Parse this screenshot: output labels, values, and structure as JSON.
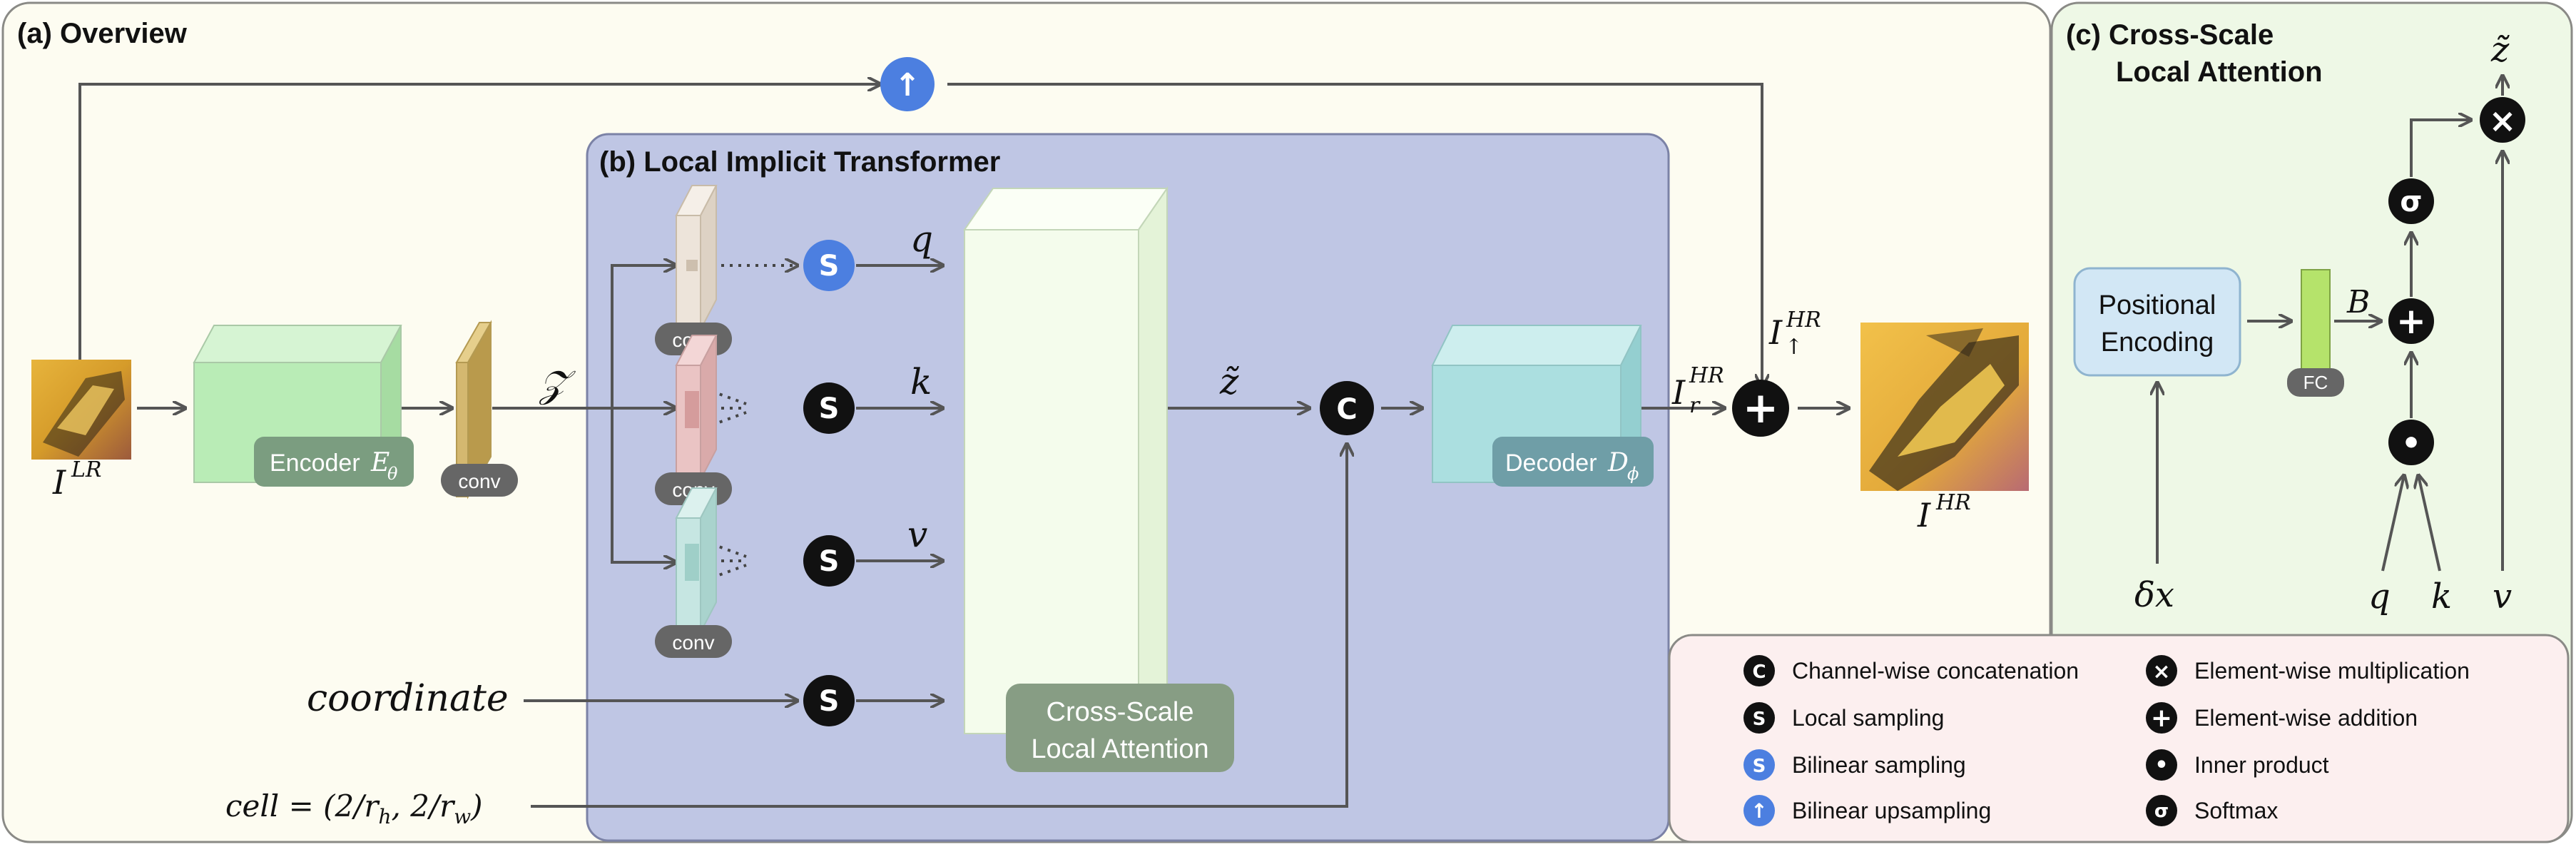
{
  "panels": {
    "overview_title": "(a) Overview",
    "lit_title": "(b) Local Implicit Transformer",
    "csla_title_line1": "(c) Cross-Scale",
    "csla_title_line2": "Local Attention"
  },
  "blocks": {
    "encoder_label": "Encoder",
    "encoder_sym": "E",
    "encoder_sub": "θ",
    "decoder_label": "Decoder",
    "decoder_sym": "D",
    "decoder_sub": "ϕ",
    "conv_label": "conv",
    "csla_line1": "Cross-Scale",
    "csla_line2": "Local Attention",
    "pe_line1": "Positional",
    "pe_line2": "Encoding",
    "fc_label": "FC"
  },
  "math": {
    "i_lr_base": "I",
    "i_lr_sup": "LR",
    "i_hr_base": "I",
    "i_hr_sup": "HR",
    "i_up_base": "I",
    "i_up_sup": "HR",
    "i_up_sub": "↑",
    "i_r_base": "I",
    "i_r_sup": "HR",
    "i_r_sub": "r",
    "feature_z": "𝒵",
    "q": "q",
    "k": "k",
    "v": "v",
    "z_tilde": "z̃",
    "z_tilde_tilde": "z̃̃",
    "b": "B",
    "coordinate": "coordinate",
    "cell": "cell = (2/r",
    "cell_h": "h",
    "cell_mid": ", 2/r",
    "cell_w": "w",
    "cell_end": ")",
    "delta_x": "δx"
  },
  "symbols": {
    "concat": "C",
    "local_sampling": "S",
    "bilinear_sampling": "S",
    "upsample": "↑",
    "multiply": "×",
    "add": "+",
    "inner": "•",
    "softmax": "σ"
  },
  "legend": {
    "concat": "Channel-wise concatenation",
    "local_sampling": "Local sampling",
    "bilinear_sampling": "Bilinear sampling",
    "bilinear_upsampling": "Bilinear upsampling",
    "multiply": "Element-wise multiplication",
    "add": "Element-wise addition",
    "inner": "Inner product",
    "softmax": "Softmax"
  },
  "colors": {
    "overview_bg": "#fdfcf1",
    "lit_bg": "#bfc6e4",
    "csla_panel_bg": "#eef8e6",
    "legend_bg": "#fcefef",
    "encoder": "#b9ecb6",
    "decoder": "#abdfe0",
    "feature_z": "#d4b870",
    "conv_q": "#ede4da",
    "conv_k": "#eac4c4",
    "conv_v": "#c6e6e2",
    "csla_block": "#f4fcec",
    "pe_box": "#d2e7f5",
    "fc": "#b5e36b",
    "op_black": "#111111",
    "op_blue": "#4c7fe0"
  }
}
